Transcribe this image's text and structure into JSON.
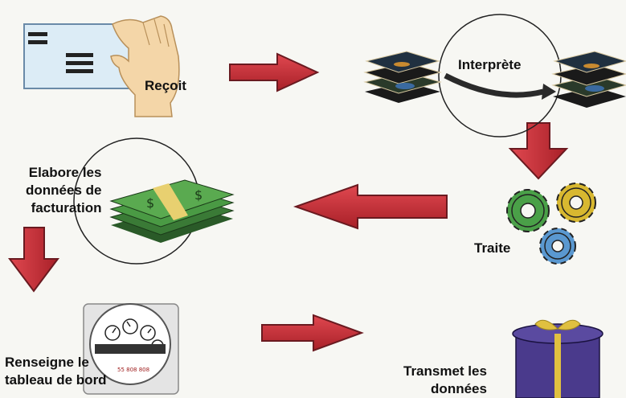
{
  "steps": [
    {
      "id": "recoit",
      "label": "Reçoit",
      "icon": "envelope-hand-icon"
    },
    {
      "id": "interprete",
      "label": "Interprète",
      "icon": "map-layers-icon"
    },
    {
      "id": "traite",
      "label": "Traite",
      "icon": "gears-icon"
    },
    {
      "id": "facturation",
      "label_lines": [
        "Elabore les",
        "données de",
        "facturation"
      ],
      "icon": "money-stack-icon"
    },
    {
      "id": "tableau",
      "label_lines": [
        "Renseigne le",
        "tableau de bord"
      ],
      "icon": "meter-icon"
    },
    {
      "id": "transmet",
      "label_lines": [
        "Transmet les",
        "données"
      ],
      "icon": "gift-box-icon"
    }
  ],
  "flow": [
    {
      "from": "recoit",
      "to": "interprete",
      "direction": "right"
    },
    {
      "from": "interprete",
      "to": "traite",
      "direction": "down"
    },
    {
      "from": "traite",
      "to": "facturation",
      "direction": "left"
    },
    {
      "from": "facturation",
      "to": "tableau",
      "direction": "down"
    },
    {
      "from": "tableau",
      "to": "transmet",
      "direction": "right"
    }
  ],
  "colors": {
    "arrow_fill": "#c8323c",
    "arrow_dark": "#7a1a22",
    "envelope": "#dfeef6",
    "money": "#3f8a3a",
    "gift": "#4a3a8c",
    "ribbon": "#e0c040"
  },
  "meter": {
    "serial": "55 808 808"
  }
}
